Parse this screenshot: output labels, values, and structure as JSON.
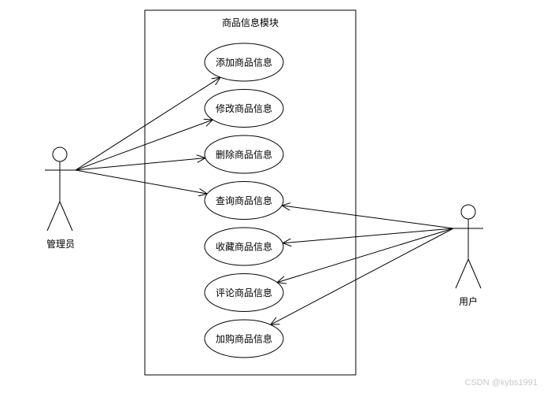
{
  "diagram": {
    "boundary_title": "商品信息模块",
    "actors": [
      {
        "id": "admin",
        "label": "管理员"
      },
      {
        "id": "user",
        "label": "用户"
      }
    ],
    "use_cases": [
      {
        "id": "add",
        "label": "添加商品信息"
      },
      {
        "id": "edit",
        "label": "修改商品信息"
      },
      {
        "id": "delete",
        "label": "删除商品信息"
      },
      {
        "id": "query",
        "label": "查询商品信息"
      },
      {
        "id": "favorite",
        "label": "收藏商品信息"
      },
      {
        "id": "review",
        "label": "评论商品信息"
      },
      {
        "id": "cart",
        "label": "加购商品信息"
      }
    ],
    "associations": [
      {
        "from": "admin",
        "to": "add"
      },
      {
        "from": "admin",
        "to": "edit"
      },
      {
        "from": "admin",
        "to": "delete"
      },
      {
        "from": "admin",
        "to": "query"
      },
      {
        "from": "user",
        "to": "query"
      },
      {
        "from": "user",
        "to": "favorite"
      },
      {
        "from": "user",
        "to": "review"
      },
      {
        "from": "user",
        "to": "cart"
      }
    ]
  },
  "watermark": "CSDN @kybs1991",
  "colors": {
    "stroke": "#000000",
    "background": "#ffffff",
    "watermark": "#c9c9c9"
  }
}
